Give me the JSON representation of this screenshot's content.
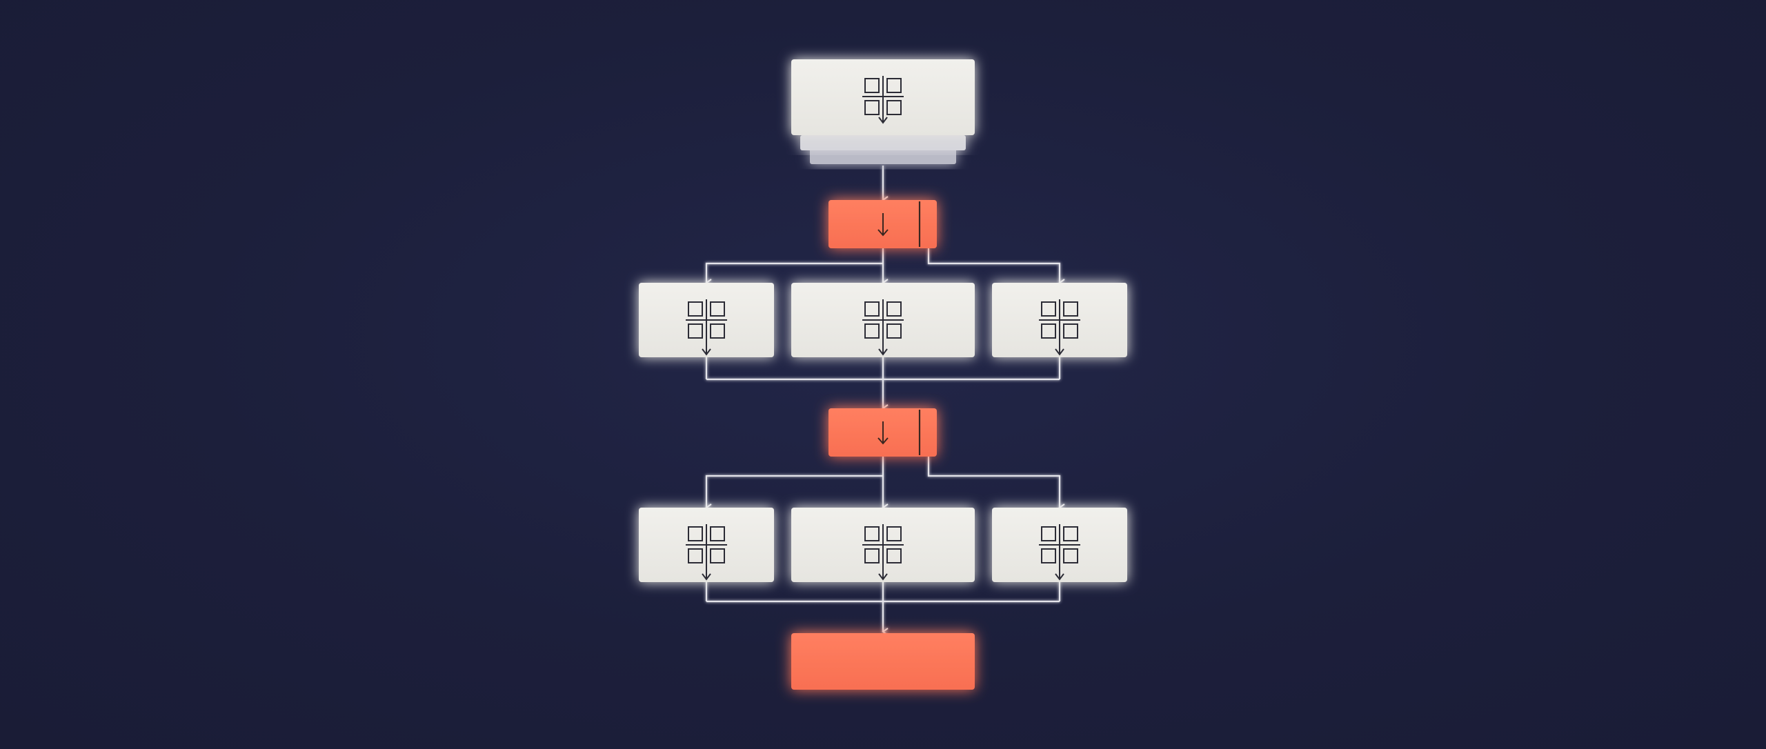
{
  "diagram": {
    "type": "flowchart",
    "background": "#1c1f3b",
    "colors": {
      "node_light": "#eeede8",
      "node_accent": "#ff7a5c",
      "connector": "#e4e4ea",
      "glyph": "#2b2b35"
    },
    "nodes": [
      {
        "id": "source-stack",
        "style": "light",
        "icon": "grid-icon"
      },
      {
        "id": "gate-1",
        "style": "accent",
        "icon": "down-arrow-icon"
      },
      {
        "id": "task-1a",
        "style": "light",
        "icon": "grid-icon"
      },
      {
        "id": "task-1b",
        "style": "light",
        "icon": "grid-icon"
      },
      {
        "id": "task-1c",
        "style": "light",
        "icon": "grid-icon"
      },
      {
        "id": "gate-2",
        "style": "accent",
        "icon": "down-arrow-icon"
      },
      {
        "id": "task-2a",
        "style": "light",
        "icon": "grid-icon"
      },
      {
        "id": "task-2b",
        "style": "light",
        "icon": "grid-icon"
      },
      {
        "id": "task-2c",
        "style": "light",
        "icon": "grid-icon"
      },
      {
        "id": "output",
        "style": "accent",
        "icon": ""
      }
    ],
    "edges": [
      [
        "source-stack",
        "gate-1"
      ],
      [
        "gate-1",
        "task-1a"
      ],
      [
        "gate-1",
        "task-1b"
      ],
      [
        "gate-1",
        "task-1c"
      ],
      [
        "task-1a",
        "gate-2"
      ],
      [
        "task-1b",
        "gate-2"
      ],
      [
        "task-1c",
        "gate-2"
      ],
      [
        "gate-2",
        "task-2a"
      ],
      [
        "gate-2",
        "task-2b"
      ],
      [
        "gate-2",
        "task-2c"
      ],
      [
        "task-2a",
        "output"
      ],
      [
        "task-2b",
        "output"
      ],
      [
        "task-2c",
        "output"
      ]
    ]
  }
}
